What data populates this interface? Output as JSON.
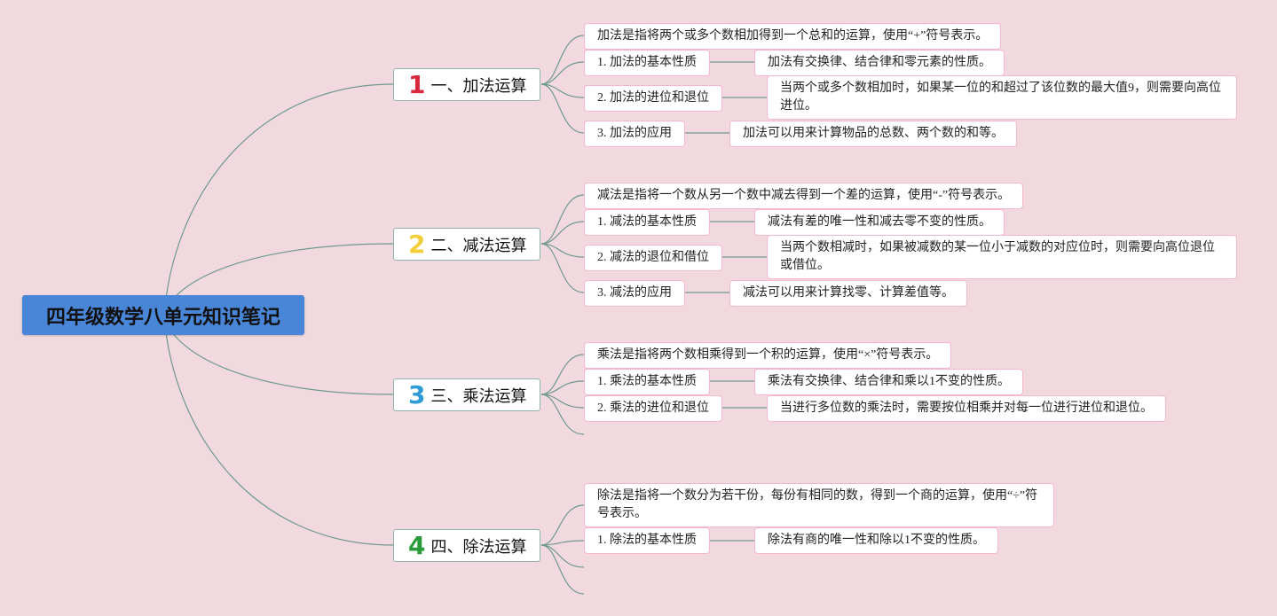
{
  "root": {
    "title": "四年级数学八单元知识笔记"
  },
  "branches": [
    {
      "num": "1",
      "num_color": "#d8283a",
      "title": "一、加法运算",
      "definition": "加法是指将两个或多个数相加得到一个总和的运算，使用“+”符号表示。",
      "items": [
        {
          "label": "1. 加法的基本性质",
          "detail": "加法有交换律、结合律和零元素的性质。"
        },
        {
          "label": "2. 加法的进位和退位",
          "detail": "当两个或多个数相加时，如果某一位的和超过了该位数的最大值9，则需要向高位进位。"
        },
        {
          "label": "3. 加法的应用",
          "detail": "加法可以用来计算物品的总数、两个数的和等。"
        }
      ]
    },
    {
      "num": "2",
      "num_color": "#f2cf3a",
      "title": "二、减法运算",
      "definition": "减法是指将一个数从另一个数中减去得到一个差的运算，使用“-”符号表示。",
      "items": [
        {
          "label": "1. 减法的基本性质",
          "detail": "减法有差的唯一性和减去零不变的性质。"
        },
        {
          "label": "2. 减法的退位和借位",
          "detail": "当两个数相减时，如果被减数的某一位小于减数的对应位时，则需要向高位退位或借位。"
        },
        {
          "label": "3. 减法的应用",
          "detail": "减法可以用来计算找零、计算差值等。"
        }
      ]
    },
    {
      "num": "3",
      "num_color": "#2e9bd8",
      "title": "三、乘法运算",
      "definition": "乘法是指将两个数相乘得到一个积的运算，使用“×”符号表示。",
      "items": [
        {
          "label": "1. 乘法的基本性质",
          "detail": "乘法有交换律、结合律和乘以1不变的性质。"
        },
        {
          "label": "2. 乘法的进位和退位",
          "detail": "当进行多位数的乘法时，需要按位相乘并对每一位进行进位和退位。"
        }
      ]
    },
    {
      "num": "4",
      "num_color": "#2a9a3a",
      "title": "四、除法运算",
      "definition": "除法是指将一个数分为若干份，每份有相同的数，得到一个商的运算，使用“÷”符号表示。",
      "items": [
        {
          "label": "1. 除法的基本性质",
          "detail": "除法有商的唯一性和除以1不变的性质。"
        }
      ]
    }
  ],
  "colors": {
    "background": "#f2d9e0",
    "root": "#4a86d8",
    "edge": "#6e9a8c",
    "box_border": "#f5b8c8"
  }
}
